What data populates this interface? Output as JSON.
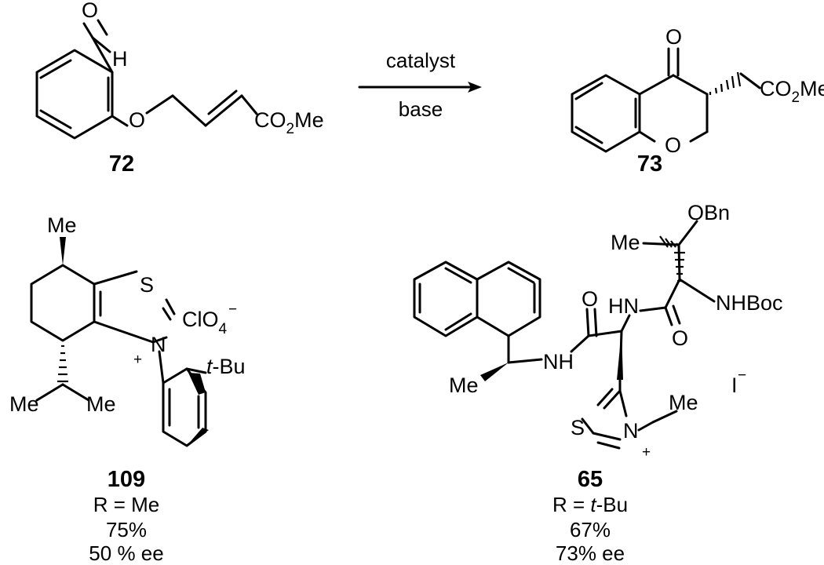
{
  "reaction": {
    "reactant": {
      "label": "72",
      "atoms": {
        "aldehyde_O": "O",
        "aldehyde_H": "H",
        "ether_O": "O",
        "ester": "CO",
        "ester_sub": "2",
        "ester_tail": "Me"
      }
    },
    "conditions": {
      "above": "catalyst",
      "below": "base"
    },
    "product": {
      "label": "73",
      "atoms": {
        "ketone_O": "O",
        "ring_O": "O",
        "ester": "CO",
        "ester_sub": "2",
        "ester_tail": "Me"
      }
    }
  },
  "catalysts": [
    {
      "label": "109",
      "atoms": {
        "methyl": "Me",
        "sulfur": "S",
        "anion": "ClO",
        "anion_sub": "4",
        "anion_charge": "−",
        "nitrogen": "N",
        "cation_charge": "+",
        "tbu_t": "t",
        "tbu_rest": "-Bu",
        "iPr_left": "Me",
        "iPr_right": "Me"
      },
      "R_label": "R = ",
      "R_value": "Me",
      "yield": "75%",
      "ee": "50 % ee"
    },
    {
      "label": "65",
      "atoms": {
        "obn": "OBn",
        "me_top": "Me",
        "nhboc": "NHBoc",
        "amide_O_left": "O",
        "hn": "HN",
        "amide_O_right": "O",
        "nh": "NH",
        "me_left": "Me",
        "iodide": "I",
        "iodide_charge": "−",
        "sulfur": "S",
        "nitrogen": "N",
        "cation_charge": "+",
        "ethyl_me": "Me"
      },
      "R_label": "R = ",
      "R_t": "t",
      "R_rest": "-Bu",
      "yield": "67%",
      "ee": "73% ee"
    }
  ]
}
